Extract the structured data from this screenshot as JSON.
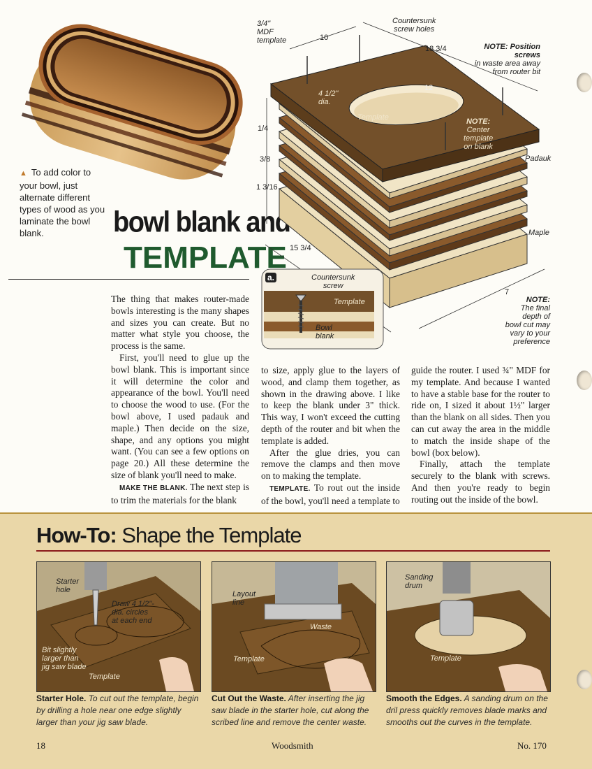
{
  "intro_caption": "To add color to your bowl, just alternate different types of wood as you laminate the bowl blank.",
  "title_line1": "bowl blank and",
  "title_line2": "TEMPLATE",
  "drawing": {
    "mdf_label_1": "3/4\"",
    "mdf_label_2": "MDF",
    "mdf_label_3": "template",
    "dim_10": "10",
    "countersunk_1": "Countersunk",
    "countersunk_2": "screw holes",
    "dim_18": "18 3/4",
    "note_position_1": "NOTE: Position screws",
    "note_position_2": "in waste area away",
    "note_position_3": "from router bit",
    "dim_12": "12",
    "dia_1": "4 1/2\"",
    "dia_2": "dia.",
    "template_label": "Template",
    "note_center_1": "NOTE:",
    "note_center_2": "Center",
    "note_center_3": "template",
    "note_center_4": "on blank",
    "dim_quarter": "1/4",
    "dim_3_8": "3/8",
    "dim_1_3_16": "1 3/16",
    "padauk": "Padauk",
    "maple": "Maple",
    "dim_15": "15 3/4",
    "dim_7": "7",
    "note_final_1": "NOTE:",
    "note_final_2": "The final",
    "note_final_3": "depth of",
    "note_final_4": "bowl cut may",
    "note_final_5": "vary to your",
    "note_final_6": "preference"
  },
  "inset": {
    "tag": "a.",
    "countersunk_1": "Countersunk",
    "countersunk_2": "screw",
    "template": "Template",
    "bowl_1": "Bowl",
    "bowl_2": "blank"
  },
  "body": {
    "p1": "The thing that makes router-made bowls interesting is the many shapes and sizes you can create. But no matter what style you choose, the process is the same.",
    "p2": "First, you'll need to glue up the bowl blank. This is important since it will determine the color and appearance of the bowl. You'll need to choose the wood to use. (For the bowl above, I used padauk and maple.) Then decide on the size, shape, and any options you might want. (You can see a few options on page 20.) All these determine the size of blank you'll need to make.",
    "p3_runin": "MAKE THE BLANK.",
    "p3": "The next step is to trim the materials for the blank to size, apply glue to the layers of wood, and clamp them together, as shown in the drawing above. I like to keep the blank under 3\" thick. This way, I won't exceed the cutting depth of the router and bit when the template is added.",
    "p4": "After the glue dries, you can remove the clamps and then move on to making the template.",
    "p5_runin": "TEMPLATE.",
    "p5": "To rout out the inside of the bowl, you'll need a template to guide the router. I used 3/4\" MDF for my template. And because I wanted to have a stable base for the router to ride on, I sized it about 1 1/2\" larger than the blank on all sides. Then you can cut away the area in the middle to match the inside shape of the bowl (box below).",
    "p6": "Finally, attach the template securely to the blank with screws. And then you're ready to begin routing out the inside of the bowl."
  },
  "howto": {
    "prefix": "How-To:",
    "title": "Shape the Template",
    "steps": [
      {
        "title": "Starter Hole.",
        "text": "To cut out the template, begin by drilling a hole near one edge slightly larger than your jig saw blade.",
        "labels": [
          "Starter",
          "hole",
          "Draw 4 1/2\"-",
          "dia. circles",
          "at each end",
          "Bit slightly",
          "larger than",
          "jig saw blade",
          "Template"
        ]
      },
      {
        "title": "Cut Out the Waste.",
        "text": "After inserting the jig saw blade in the starter hole, cut along the scribed line and remove the center waste.",
        "labels": [
          "Layout",
          "line",
          "Waste",
          "Template"
        ]
      },
      {
        "title": "Smooth the Edges.",
        "text": "A sanding drum on the dril press quickly removes blade marks and smooths out the curves in the template.",
        "labels": [
          "Sanding",
          "drum",
          "Template"
        ]
      }
    ]
  },
  "footer": {
    "page": "18",
    "magazine": "Woodsmith",
    "issue": "No. 170"
  },
  "colors": {
    "title_green": "#1f5a2e",
    "band": "#ead7a8",
    "rule_red": "#8b1a1a",
    "padauk": "#7a4e26",
    "maple": "#eadcb8",
    "template_brown": "#6b4a22"
  }
}
